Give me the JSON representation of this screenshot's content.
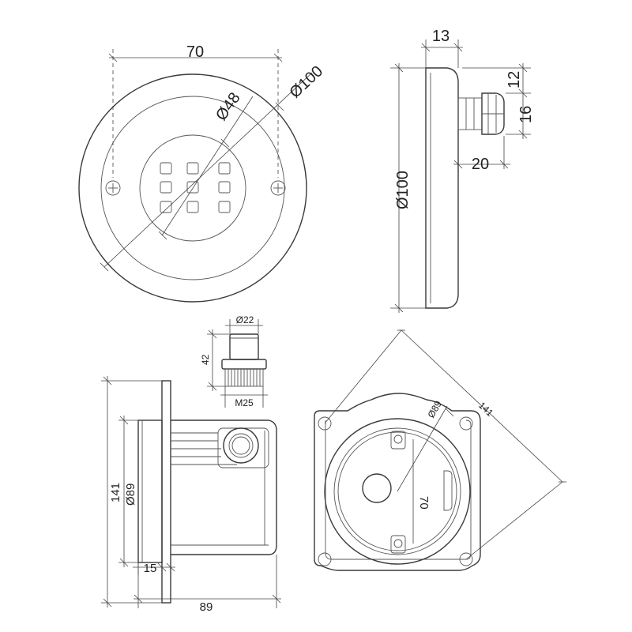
{
  "labels": {
    "front_width": "70",
    "front_diameter": "Ø100",
    "front_inner_diameter": "Ø48",
    "side_depth": "13",
    "side_gland_offset": "12",
    "side_gland_height": "16",
    "side_gland_length": "20",
    "side_diameter": "Ø100",
    "fitting_diameter": "Ø22",
    "fitting_height": "42",
    "fitting_thread": "M25",
    "housing_height": "141",
    "housing_inner_diameter": "Ø89",
    "housing_flange": "15",
    "housing_depth": "89",
    "back_inner_diameter": "Ø89",
    "back_diagonal": "141",
    "back_screw_spacing": "70"
  }
}
